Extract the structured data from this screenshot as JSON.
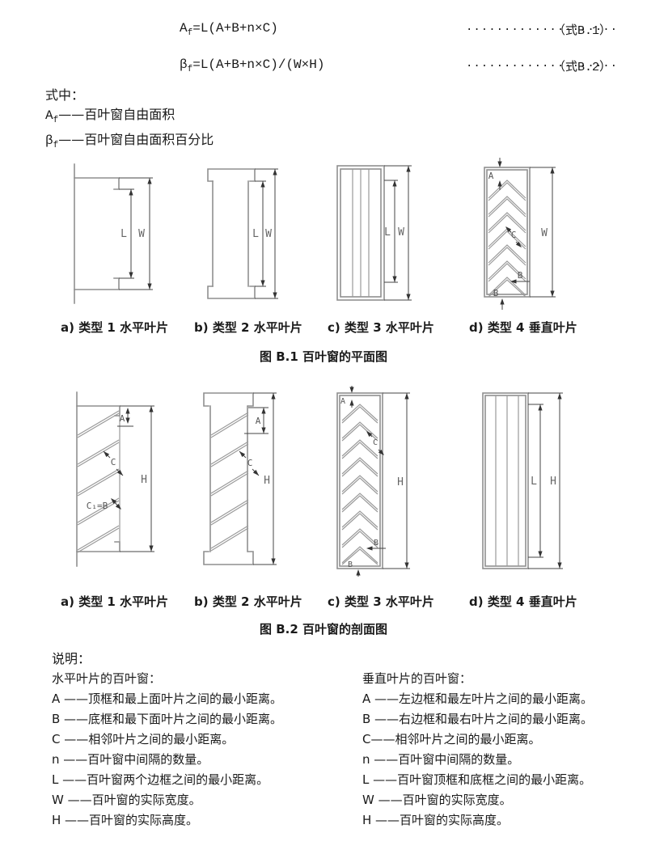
{
  "colors": {
    "text": "#1a1a1a",
    "profile_line": "#8f8f8f",
    "dimension_line": "#444444"
  },
  "formulas": [
    {
      "base": "A",
      "sub": "f",
      "body": "=L(A+B+n×C)",
      "dots": "....................",
      "tag": "（式B.1）"
    },
    {
      "base": "β",
      "sub": "f",
      "body": "=L(A+B+n×C)/(W×H)",
      "dots": "....................",
      "tag": "（式B.2）"
    }
  ],
  "where": {
    "intro": "式中：",
    "defs": [
      {
        "base": "A",
        "sub": "f",
        "desc": "——百叶窗自由面积"
      },
      {
        "base": "β",
        "sub": "f",
        "desc": "——百叶窗自由面积百分比"
      }
    ]
  },
  "figures": [
    {
      "captions": [
        "a) 类型 1 水平叶片",
        "b) 类型 2 水平叶片",
        "c) 类型 3 水平叶片",
        "d) 类型 4 垂直叶片"
      ],
      "title": "图 B.1 百叶窗的平面图"
    },
    {
      "captions": [
        "a) 类型 1 水平叶片",
        "b) 类型 2 水平叶片",
        "c) 类型 3 水平叶片",
        "d) 类型 4 垂直叶片"
      ],
      "title": "图 B.2 百叶窗的剖面图"
    }
  ],
  "diagram_labels": {
    "A": "A",
    "B": "B",
    "C": "C",
    "C1B": "C₁=B",
    "L": "L",
    "W": "W",
    "H": "H"
  },
  "legend": {
    "title": "说明：",
    "columns": [
      {
        "heading": "水平叶片的百叶窗：",
        "items": [
          "A ——顶框和最上面叶片之间的最小距离。",
          "B ——底框和最下面叶片之间的最小距离。",
          "C ——相邻叶片之间的最小距离。",
          "n ——百叶窗中间隔的数量。",
          "L ——百叶窗两个边框之间的最小距离。",
          "W ——百叶窗的实际宽度。",
          "H ——百叶窗的实际高度。"
        ]
      },
      {
        "heading": "垂直叶片的百叶窗：",
        "items": [
          "A ——左边框和最左叶片之间的最小距离。",
          "B ——右边框和最右叶片之间的最小距离。",
          "C——相邻叶片之间的最小距离。",
          "n ——百叶窗中间隔的数量。",
          "L ——百叶窗顶框和底框之间的最小距离。",
          "W ——百叶窗的实际宽度。",
          "H ——百叶窗的实际高度。"
        ]
      }
    ]
  }
}
